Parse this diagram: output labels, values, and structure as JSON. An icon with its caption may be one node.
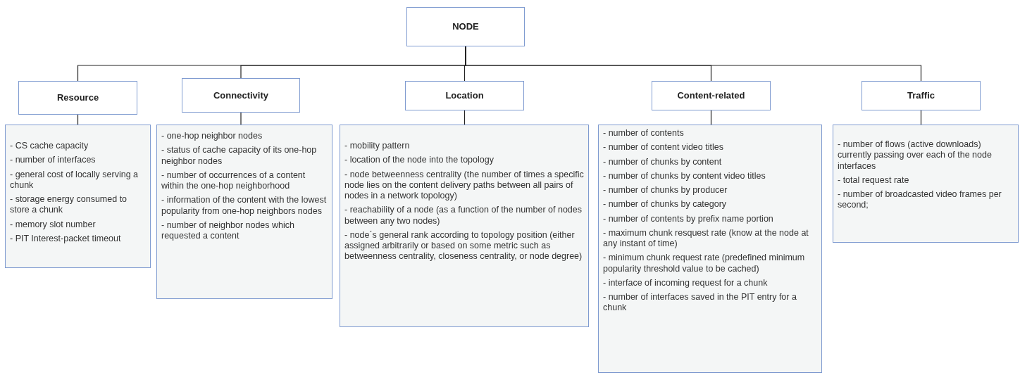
{
  "diagram": {
    "nodes": [
      {
        "text": [
          "NODE"
        ]
      },
      {
        "text": [
          "Resource"
        ]
      },
      {
        "text": [
          "Connectivity"
        ]
      },
      {
        "text": [
          "Location"
        ]
      },
      {
        "text": [
          "Content-related"
        ]
      },
      {
        "text": [
          "Traffic"
        ]
      },
      {
        "text": [
          "- CS cache capacity",
          "- number of interfaces",
          "- general cost of locally serving a chunk",
          "- storage energy consumed to store a chunk",
          "- memory slot number",
          "- PIT Interest-packet timeout"
        ]
      },
      {
        "text": [
          "- one-hop neighbor nodes",
          "- status of cache capacity of its one-hop neighbor nodes",
          "- number of occurrences of a content within the one-hop neighborhood",
          "- information of the content with the lowest popularity from one-hop neighbors nodes",
          "- number of neighbor nodes which requested a content"
        ]
      },
      {
        "text": [
          "- mobility pattern",
          "- location of the node into the topology",
          "- node betweenness centrality (the number of times a specific node lies on the content delivery paths between all pairs of nodes in a network topology)",
          "- reachability of a node (as a function of the number of nodes between any two nodes)",
          "- node´s general rank according to topology position (either assigned arbitrarily or based on some metric such as betweenness centrality, closeness centrality, or node degree)"
        ]
      },
      {
        "text": [
          "- number of contents",
          "- number of content video titles",
          "- number of chunks by content",
          "- number of chunks by content video titles",
          "- number of chunks by producer",
          "- number of chunks by category",
          "- number of contents by prefix name portion",
          "- maximum chunk resquest rate (know at the node at any instant of time)",
          "- minimum chunk request rate (predefined minimum popularity threshold value to be cached)",
          "- interface of incoming request for a chunk",
          "- number of interfaces saved in the PIT entry for a chunk"
        ]
      },
      {
        "text": [
          "- number of flows (active downloads) currently passing over each of the node interfaces",
          "- total request rate",
          "- number of broadcasted video frames per second;"
        ]
      }
    ],
    "edges": [
      {
        "from": 0,
        "to": 1,
        "arrow": "none"
      },
      {
        "from": 0,
        "to": 2,
        "arrow": "none"
      },
      {
        "from": 0,
        "to": 3,
        "arrow": "none"
      },
      {
        "from": 0,
        "to": 4,
        "arrow": "none"
      },
      {
        "from": 0,
        "to": 5,
        "arrow": "none"
      },
      {
        "from": 1,
        "to": 6,
        "arrow": "none"
      },
      {
        "from": 2,
        "to": 7,
        "arrow": "none"
      },
      {
        "from": 3,
        "to": 8,
        "arrow": "none"
      },
      {
        "from": 4,
        "to": 9,
        "arrow": "none"
      },
      {
        "from": 5,
        "to": 10,
        "arrow": "none"
      }
    ]
  }
}
